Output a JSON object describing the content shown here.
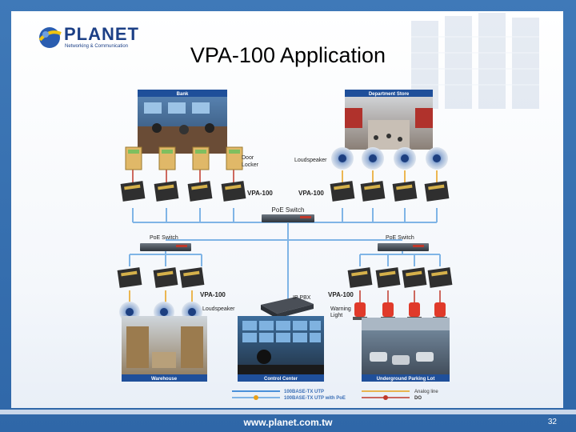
{
  "slide": {
    "title": "VPA-100 Application",
    "logo": {
      "brand": "PLANET",
      "tagline": "Networking & Communication"
    },
    "footer_url": "www.planet.com.tw",
    "page_number": "32"
  },
  "diagram": {
    "photos": {
      "bank": "Bank",
      "department_store": "Department Store",
      "warehouse": "Warehouse",
      "control_center": "Control Center",
      "parking": "Underground Parking Lot"
    },
    "labels": {
      "door_locker": [
        "Door",
        "Locker"
      ],
      "loudspeaker_top": "Loudspeaker",
      "vpa_left": "VPA-100",
      "vpa_right": "VPA-100",
      "poe_switch_center": "PoE Switch",
      "poe_switch_left": "PoE Switch",
      "poe_switch_right": "PoE Switch",
      "vpa_bottom_left": "VPA-100",
      "loudspeaker_bottom": "Loudspeaker",
      "ip_pbx": "IP PBX",
      "vpa_bottom_right": "VPA-100",
      "warning_light": [
        "Warning",
        "Light"
      ]
    },
    "legend": {
      "utp": "100BASE-TX UTP",
      "utp_poe": "100BASE-TX UTP with PoE",
      "analog": "Analog line",
      "do": "DO"
    },
    "colors": {
      "utp": "#4a90d9",
      "utp_poe": "#7fb4e6",
      "analog": "#e8a019",
      "do": "#c0392b",
      "photo_tag": "#1f4f9a"
    }
  }
}
